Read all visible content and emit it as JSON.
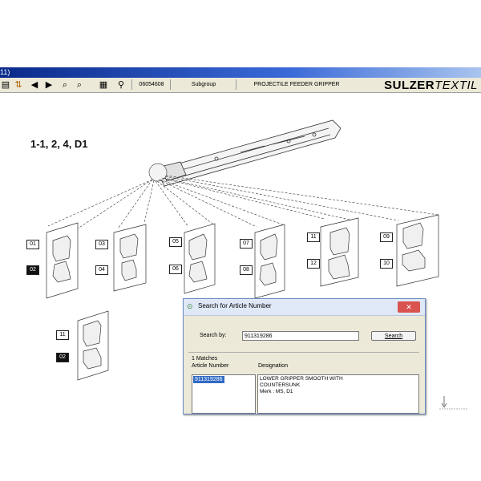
{
  "window": {
    "title_fragment": "11)"
  },
  "toolbar": {
    "article_no": "06054608",
    "subgroup_label": "Subgroup",
    "assembly_name": "PROJECTILE FEEDER GRIPPER",
    "brand_bold": "SULZER",
    "brand_italic": "TEXTIL"
  },
  "drawing": {
    "figure_label": "1-1, 2, 4, D1",
    "parts": [
      "01",
      "02",
      "03",
      "04",
      "05",
      "06",
      "07",
      "08",
      "11",
      "12",
      "09",
      "10"
    ],
    "parts_lower": [
      "11",
      "02"
    ]
  },
  "dialog": {
    "title": "Search for Article Number",
    "search_label": "Search by:",
    "search_value": "911319286",
    "search_button": "Search",
    "matches": "1 Matches",
    "col_article": "Article Number",
    "col_designation": "Designation",
    "result_article": "911319286",
    "result_designation": "LOWER GRIPPER SMOOTH WITH\nCOUNTERSUNK\nMerk : MS, D1"
  }
}
